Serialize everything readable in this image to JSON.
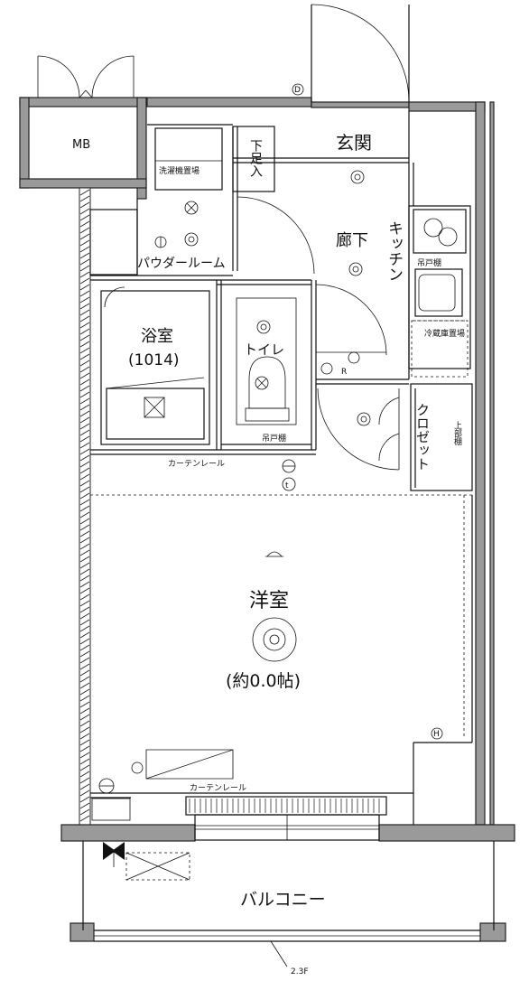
{
  "rooms": {
    "mb": "MB",
    "entrance": "玄関",
    "corridor": "廊下",
    "kitchen": "キッチン",
    "powder_room": "パウダールーム",
    "bath": "浴室",
    "bath_size": "(1014)",
    "toilet": "トイレ",
    "closet": "クロゼット",
    "western_room": "洋室",
    "western_size": "(約0.0帖)",
    "balcony": "バルコニー"
  },
  "fixtures": {
    "shoe_box": "下足入",
    "washer": "洗濯機置場",
    "fridge": "冷蔵庫置場",
    "shelf": "吊戸棚",
    "shelf_top": "上部棚",
    "cabinet": "吊戸棚",
    "curtain": "カーテンレール",
    "curtain2": "カーテンレール",
    "r_mark": "R",
    "t_mark": "t",
    "d_mark": "D",
    "h_mark": "H",
    "floor_note": "2.3F"
  }
}
